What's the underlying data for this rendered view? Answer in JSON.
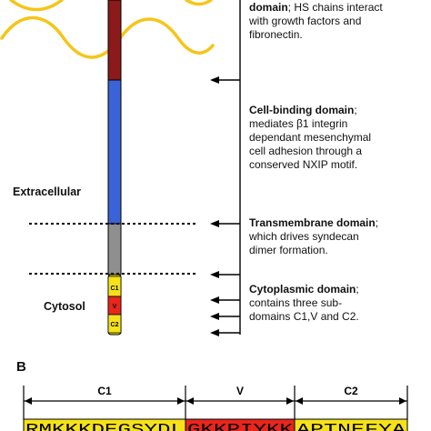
{
  "domains": [
    {
      "id": "heparan-sulfate",
      "title": "domain",
      "title_suffix": "; HS chains interact",
      "desc": [
        "with growth factors and",
        "fibronectin."
      ],
      "color": "#8b1a1a"
    },
    {
      "id": "cell-binding",
      "title": "Cell-binding domain",
      "title_suffix": ";",
      "desc": [
        "mediates β1 integrin",
        "dependant mesenchymal",
        "cell adhesion through a",
        "conserved NXIP motif."
      ],
      "color": "#3a63d8"
    },
    {
      "id": "transmembrane",
      "title": "Transmembrane domain",
      "title_suffix": ";",
      "desc": [
        "which drives syndecan",
        "dimer formation."
      ],
      "color": "#8f8f8f"
    },
    {
      "id": "cytoplasmic",
      "title": "Cytoplasmic domain",
      "title_suffix": ";",
      "desc": [
        "contains three sub-",
        "domains C1,V and C2."
      ],
      "color": "#f5e21a"
    }
  ],
  "regions": {
    "extracellular": "Extracellular",
    "cytosol": "Cytosol"
  },
  "subdomains": [
    {
      "label": "C1",
      "color": "#f5e21a"
    },
    {
      "label": "V",
      "color": "#e8261c"
    },
    {
      "label": "C2",
      "color": "#f5e21a"
    }
  ],
  "colors": {
    "hs_chain": "#f5c518",
    "line": "#000000"
  },
  "panel_b": {
    "label": "B",
    "segments": [
      {
        "label": "C1",
        "sequence": "RMKKKDEGSYDL",
        "color": "#f5e21a"
      },
      {
        "label": "V",
        "sequence": "GKKPIYKK",
        "color": "#e8261c"
      },
      {
        "label": "C2",
        "sequence": "APTNEFYA",
        "color": "#f5e21a"
      }
    ]
  }
}
